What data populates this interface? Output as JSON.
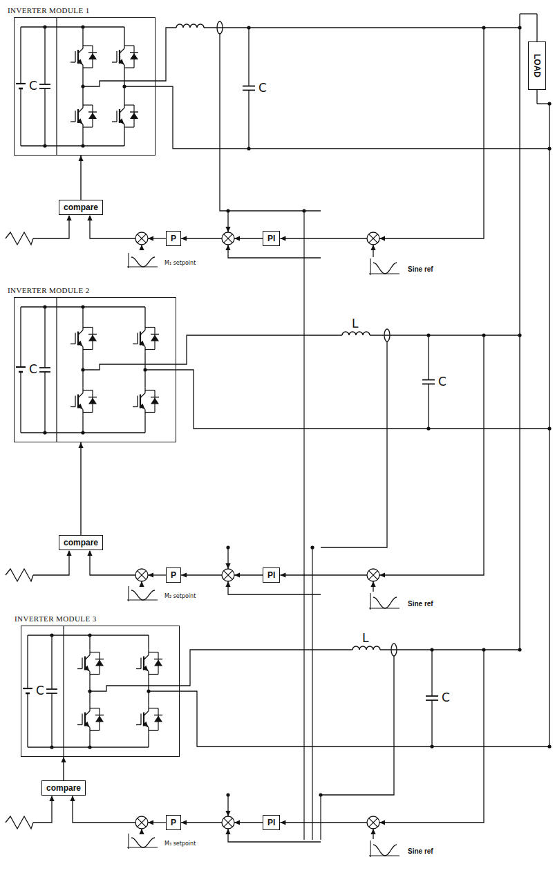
{
  "diagram": {
    "nodes": [
      {
        "text": [
          "INVERTER MODULE 1"
        ]
      },
      {
        "text": [
          "LOAD"
        ]
      },
      {
        "text": [
          "compare"
        ]
      },
      {
        "text": [
          "P"
        ]
      },
      {
        "text": [
          "PI"
        ]
      },
      {
        "text": [
          "INVERTER MODULE 2"
        ]
      },
      {
        "text": [
          "compare"
        ]
      },
      {
        "text": [
          "P"
        ]
      },
      {
        "text": [
          "PI"
        ]
      },
      {
        "text": [
          "INVERTER MODULE 3"
        ]
      },
      {
        "text": [
          "compare"
        ]
      },
      {
        "text": [
          "P"
        ]
      },
      {
        "text": [
          "PI"
        ]
      }
    ],
    "edges": [
      {
        "from": 2,
        "to": 0,
        "arrow": "to"
      },
      {
        "from": 6,
        "to": 5,
        "arrow": "to"
      },
      {
        "from": 10,
        "to": 9,
        "arrow": "to"
      }
    ],
    "labels": [
      "C",
      "C",
      "M₁ setpoint",
      "Sine ref",
      "C",
      "L",
      "C",
      "M₂ setpoint",
      "Sine ref",
      "C",
      "L",
      "C",
      "M₃ setpoint",
      "Sine ref"
    ]
  }
}
